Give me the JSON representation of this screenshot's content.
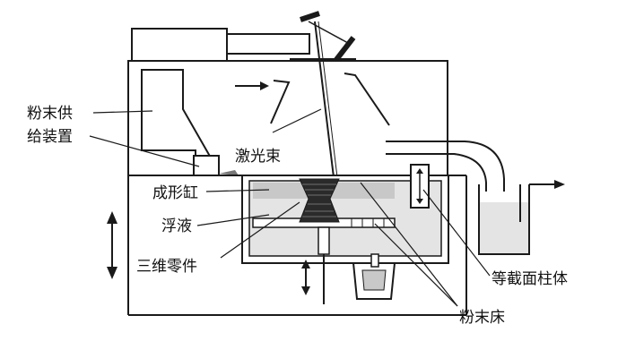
{
  "labels": {
    "powder_feeder_line1": "粉末供",
    "powder_feeder_line2": "给装置",
    "laser_beam": "激光束",
    "forming_cylinder": "成形缸",
    "floating_liquid": "浮液",
    "three_d_part": "三维零件",
    "equal_section_column": "等截面柱体",
    "powder_bed": "粉末床"
  },
  "colors": {
    "stroke": "#1a1a1a",
    "powder_fill": "#c8c8c8",
    "liquid_fill": "#e4e4e4",
    "part_fill": "#2a2a2a"
  }
}
